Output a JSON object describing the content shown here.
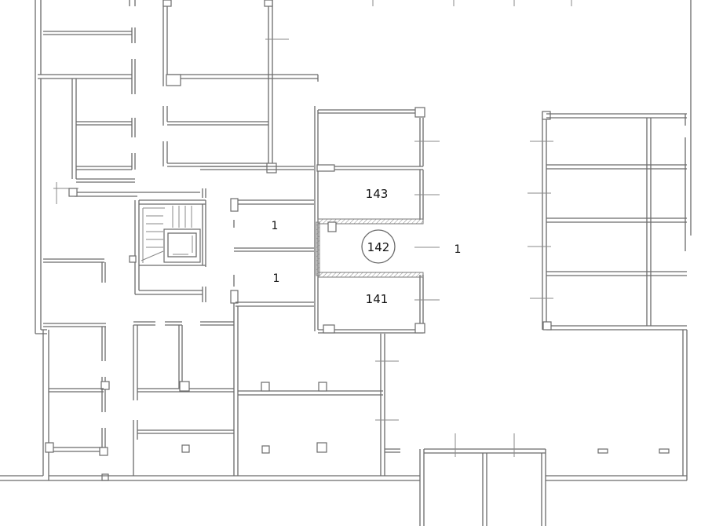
{
  "rooms": {
    "room_143": "143",
    "room_142": "142",
    "room_141": "141",
    "corridor_east": "1",
    "lobby_upper": "1",
    "lobby_lower": "1"
  },
  "colors": {
    "wall": "#6b6b6b",
    "background": "#ffffff",
    "label": "#111111"
  }
}
